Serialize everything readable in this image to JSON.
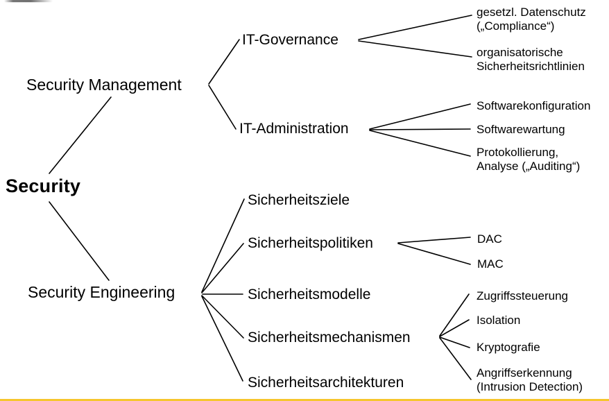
{
  "diagram_title": "Security taxonomy tree",
  "colors": {
    "background": "#ffffff",
    "text": "#000000",
    "edges": "#000000",
    "bottom_rule": "#f6c62d"
  },
  "tree": {
    "label": "Security",
    "children": [
      {
        "label": "Security Management",
        "children": [
          {
            "label": "IT-Governance",
            "children": [
              {
                "label": "gesetzl. Datenschutz\n(„Compliance“)"
              },
              {
                "label": "organisatorische\nSicherheitsrichtlinien"
              }
            ]
          },
          {
            "label": "IT-Administration",
            "children": [
              {
                "label": "Softwarekonfiguration"
              },
              {
                "label": "Softwarewartung"
              },
              {
                "label": "Protokollierung,\nAnalyse („Auditing“)"
              }
            ]
          }
        ]
      },
      {
        "label": "Security Engineering",
        "children": [
          {
            "label": "Sicherheitsziele"
          },
          {
            "label": "Sicherheitspolitiken",
            "children": [
              {
                "label": "DAC"
              },
              {
                "label": "MAC"
              }
            ]
          },
          {
            "label": "Sicherheitsmodelle"
          },
          {
            "label": "Sicherheitsmechanismen",
            "children": [
              {
                "label": "Zugriffssteuerung"
              },
              {
                "label": "Isolation"
              },
              {
                "label": "Kryptografie"
              },
              {
                "label": "Angriffserkennung\n(Intrusion Detection)"
              }
            ]
          },
          {
            "label": "Sicherheitsarchitekturen"
          }
        ]
      }
    ]
  }
}
